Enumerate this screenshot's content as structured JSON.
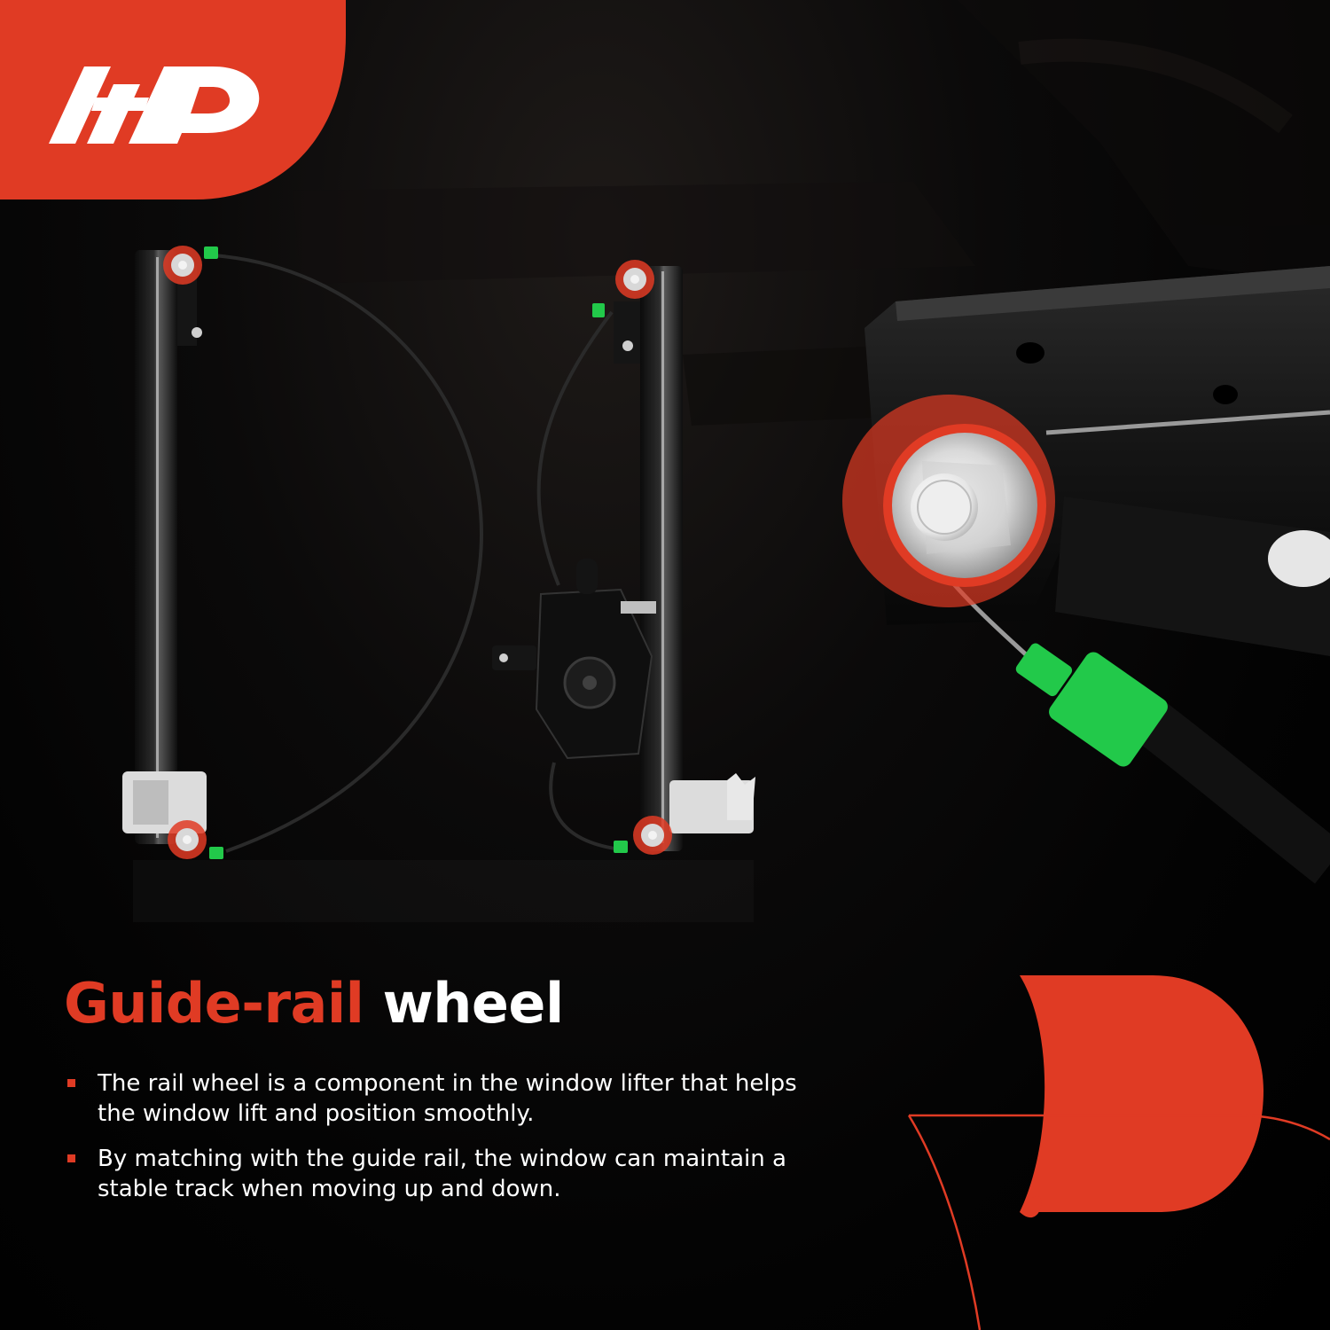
{
  "brand": {
    "logo_text": "A-P",
    "logo_icon": "brand-logo-icon",
    "accent_color": "#e03b24",
    "background_color": "#000000",
    "text_color": "#ffffff"
  },
  "product_scene": {
    "icon": "window-regulator-icon",
    "highlight_color": "#e03b24",
    "clip_color": "#22c94a"
  },
  "headline": {
    "accent": "Guide-rail",
    "rest": "wheel"
  },
  "bullets": [
    {
      "text": "The rail wheel is a component in the window lifter that helps the window lift and position smoothly."
    },
    {
      "text": "By matching with the guide rail, the window can maintain a stable track when moving up and down."
    }
  ]
}
